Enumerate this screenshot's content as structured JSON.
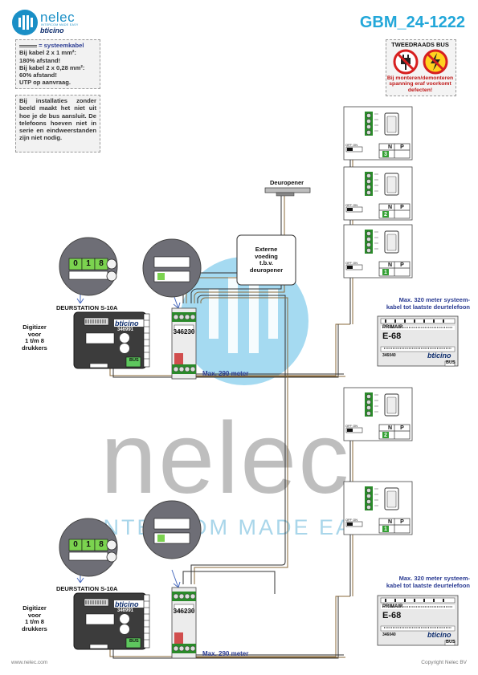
{
  "header": {
    "brand_name": "nelec",
    "brand_tagline": "INTERCOM MADE EASY",
    "brand_sub": "bticino",
    "doc_code": "GBM_24-1222"
  },
  "cable_note": {
    "title": "= systeemkabel",
    "lines": [
      "Bij kabel 2 x 1 mm²:",
      "180% afstand!",
      "Bij kabel 2 x 0,28 mm²:",
      "60% afstand!",
      "UTP op aanvraag."
    ]
  },
  "install_note": {
    "text": "Bij installaties zonder beeld maakt het niet uit hoe je de bus aansluit. De telefoons hoeven niet in serie en eindweerstanden zijn niet nodig."
  },
  "warning": {
    "title": "TWEEDRAADS BUS",
    "text": "Bij monteren/demonteren spanning eraf voorkomt defecten!"
  },
  "labels": {
    "deuropener": "Deuropener",
    "externe_voeding": [
      "Externe",
      "voeding",
      "t.b.v.",
      "deuropener"
    ],
    "station_title": "DEURSTATION S-10A",
    "station_code": "346991",
    "station_brand": "bticino",
    "digitizer": [
      "Digitizer",
      "voor",
      "1 t/m 8",
      "drukkers"
    ],
    "interface_code": "346230",
    "bus": "BUS",
    "max_290": "Max. 290 meter",
    "max_320": [
      "Max. 320 meter systeem-",
      "kabel tot laatste deurtelefoon"
    ],
    "psu_primair": "PRIMAIR",
    "psu_model": "E-68",
    "psu_code": "346040",
    "psu_brand": "bticino",
    "psu_bus": "BUS",
    "terminal_n": "N",
    "terminal_p": "P",
    "off_on": "OFF ON",
    "watermark_name": "nelec",
    "watermark_tag": "INTERCOM MADE EASY"
  },
  "top_phones": [
    "3",
    "2",
    "1"
  ],
  "bottom_phones": [
    "2",
    "1"
  ],
  "zoom_digits": [
    "0",
    "1",
    "8"
  ],
  "footer": {
    "website": "www.nelec.com",
    "copyright": "Copyright Nelec BV"
  }
}
